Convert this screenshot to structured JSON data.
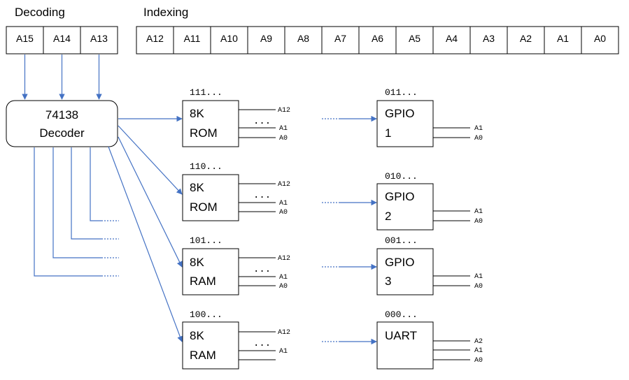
{
  "headings": {
    "decoding": "Decoding",
    "indexing": "Indexing"
  },
  "decoding_bits": [
    "A15",
    "A14",
    "A13"
  ],
  "indexing_bits": [
    "A12",
    "A11",
    "A10",
    "A9",
    "A8",
    "A7",
    "A6",
    "A5",
    "A4",
    "A3",
    "A2",
    "A1",
    "A0"
  ],
  "decoder": {
    "line1": "74138",
    "line2": "Decoder"
  },
  "memories": [
    {
      "prefix": "111...",
      "line1": "8K",
      "line2": "ROM",
      "pin_top": "A12",
      "ellipsis": "...",
      "pin_mid": "A1",
      "pin_bot": "A0"
    },
    {
      "prefix": "110...",
      "line1": "8K",
      "line2": "ROM",
      "pin_top": "A12",
      "ellipsis": "...",
      "pin_mid": "A1",
      "pin_bot": "A0"
    },
    {
      "prefix": "101...",
      "line1": "8K",
      "line2": "RAM",
      "pin_top": "A12",
      "ellipsis": "...",
      "pin_mid": "A1",
      "pin_bot": "A0"
    },
    {
      "prefix": "100...",
      "line1": "8K",
      "line2": "RAM",
      "pin_top": "A12",
      "ellipsis": "...",
      "pin_mid": "A1",
      "pin_bot": ""
    }
  ],
  "peripherals": [
    {
      "prefix": "011...",
      "line1": "GPIO",
      "line2": "1",
      "pins": [
        "A1",
        "A0"
      ]
    },
    {
      "prefix": "010...",
      "line1": "GPIO",
      "line2": "2",
      "pins": [
        "A1",
        "A0"
      ]
    },
    {
      "prefix": "001...",
      "line1": "GPIO",
      "line2": "3",
      "pins": [
        "A1",
        "A0"
      ]
    },
    {
      "prefix": "000...",
      "line1": "UART",
      "line2": "",
      "pins": [
        "A2",
        "A1",
        "A0"
      ]
    }
  ],
  "colors": {
    "wire": "#4472c4",
    "text": "#000000",
    "border": "#000000"
  }
}
